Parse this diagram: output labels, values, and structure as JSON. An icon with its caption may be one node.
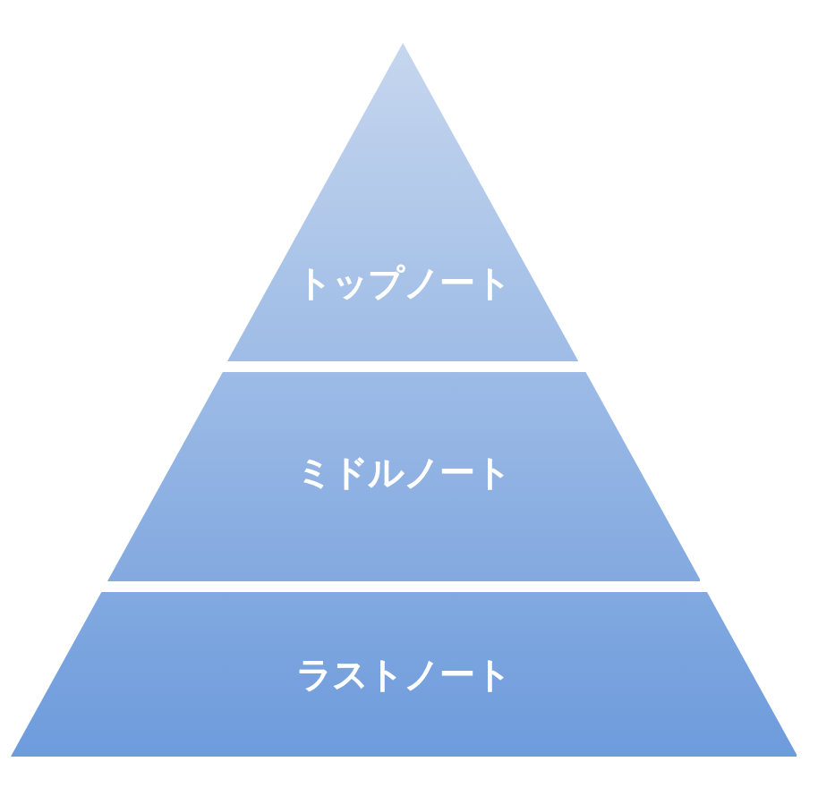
{
  "diagram": {
    "nodes": [
      {
        "text": [
          "トップノート"
        ]
      },
      {
        "text": [
          "ミドルノート"
        ]
      },
      {
        "text": [
          "ラストノート"
        ]
      }
    ]
  }
}
